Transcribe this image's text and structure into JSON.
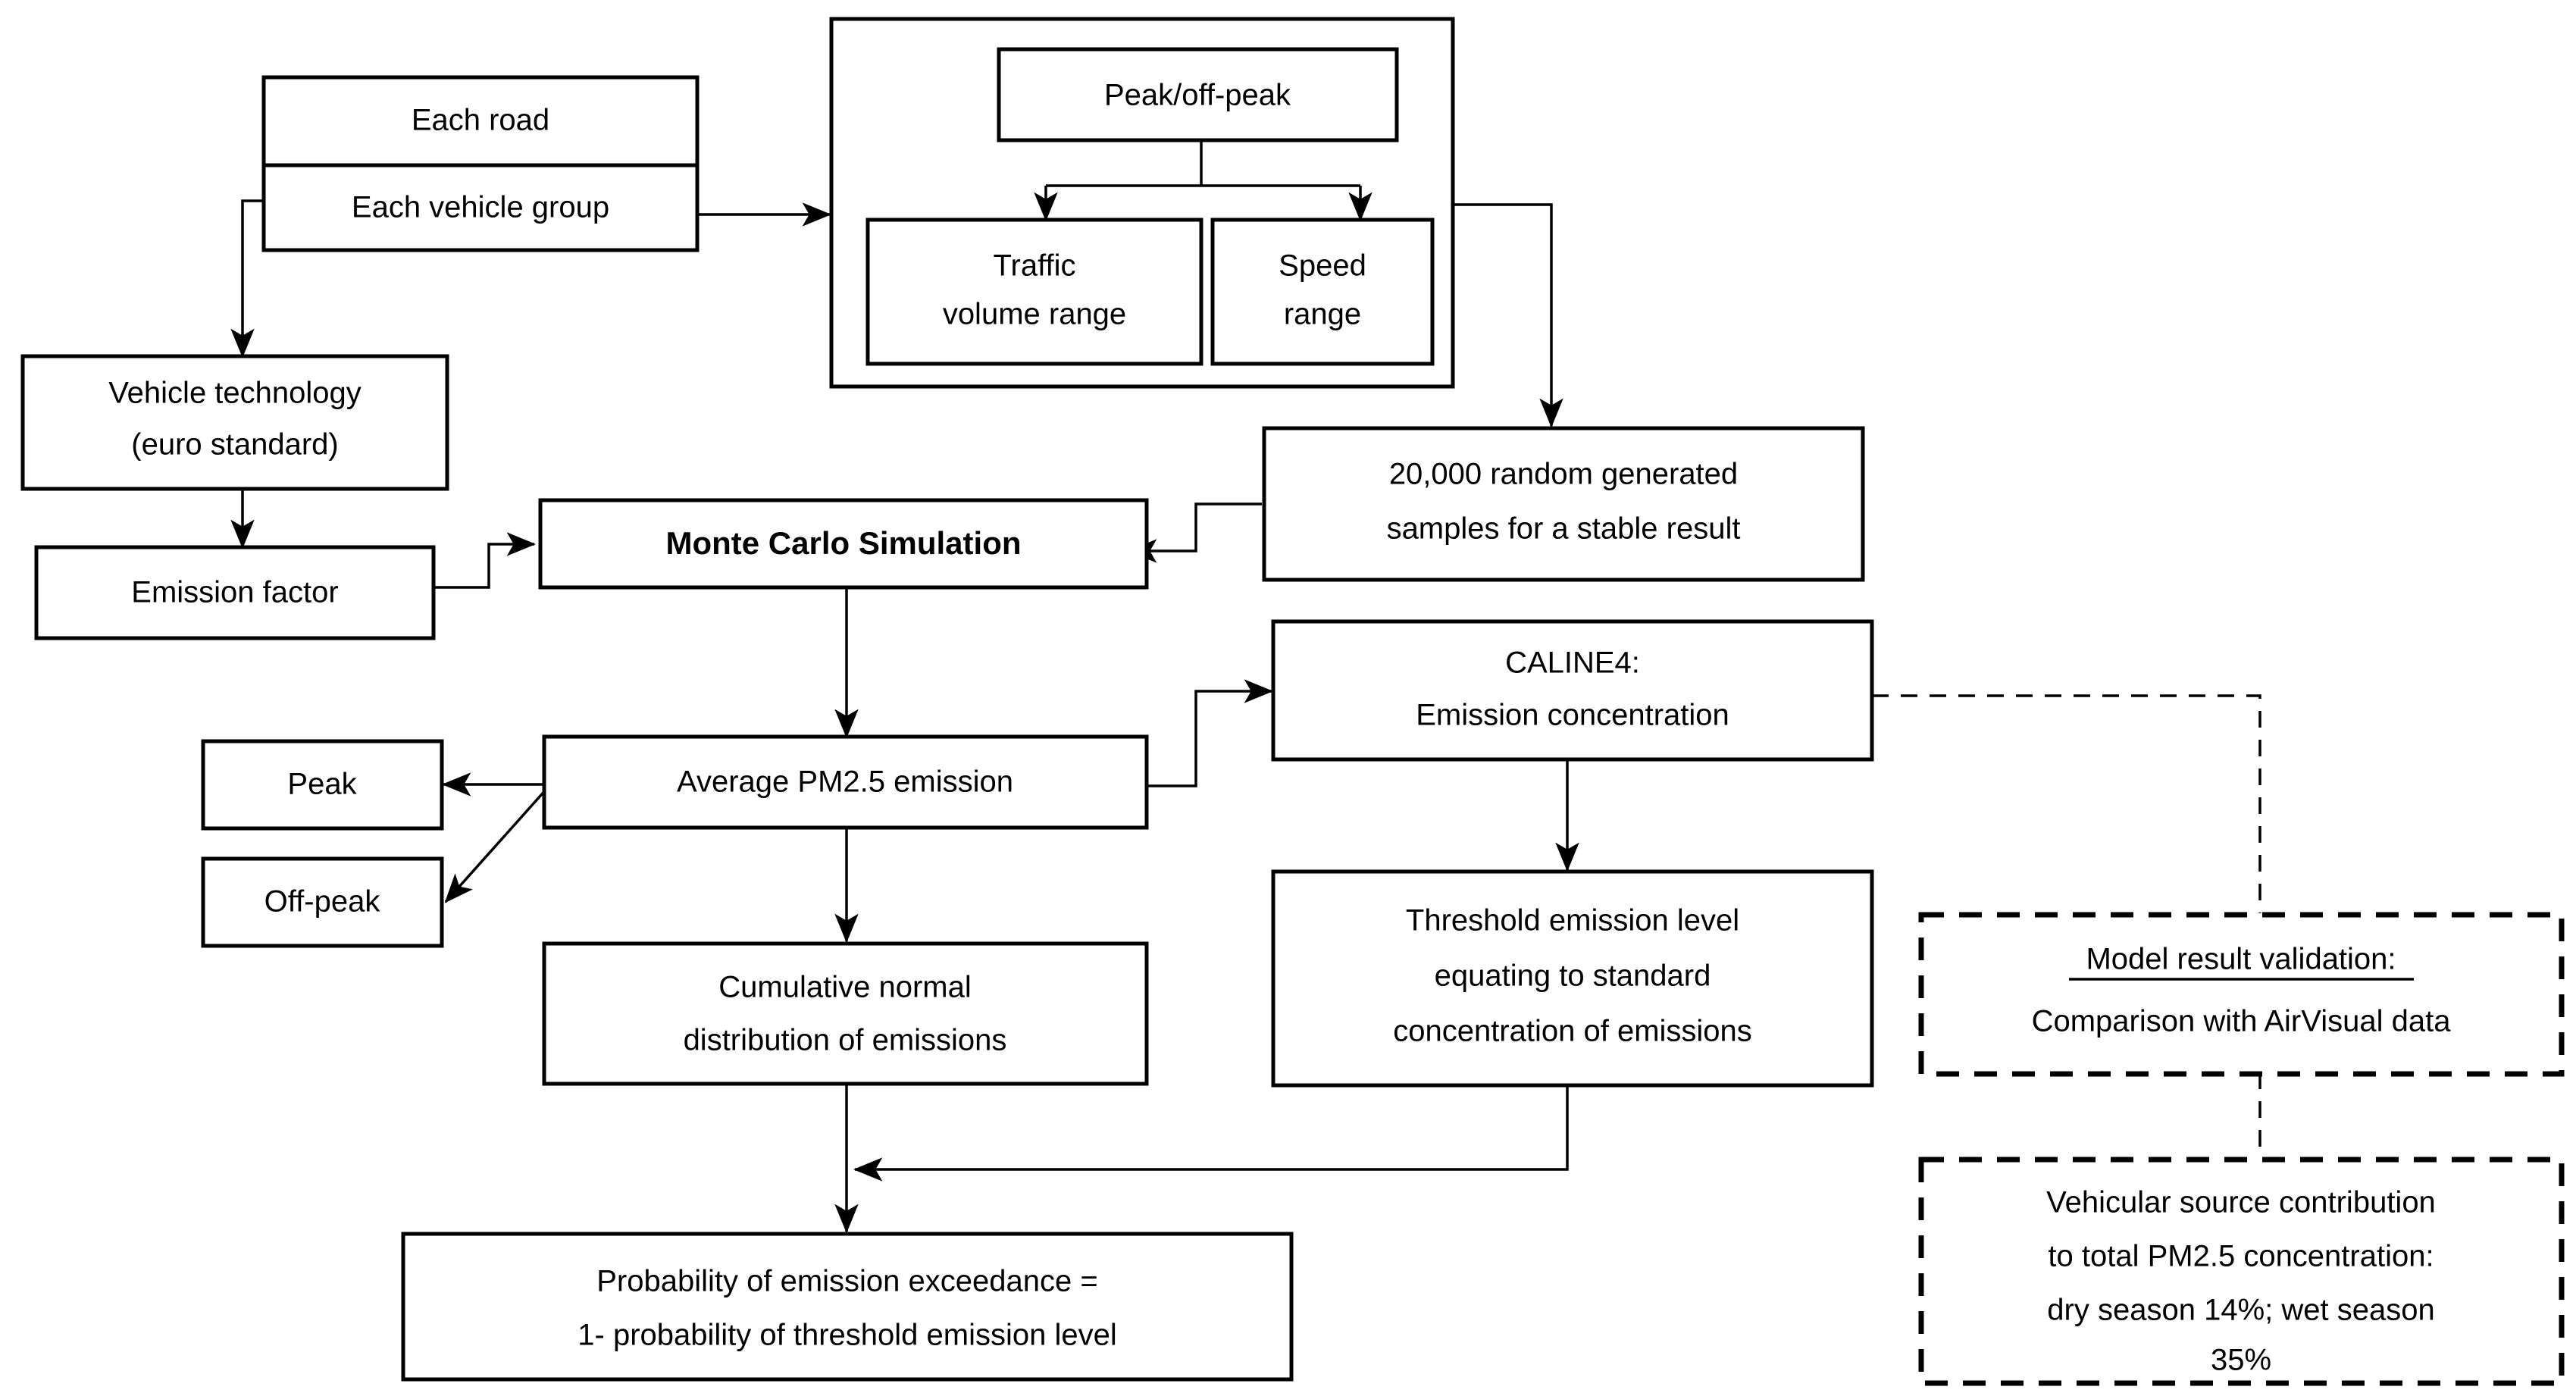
{
  "diagram": {
    "title": "Monte Carlo PM2.5 vehicular emission modelling flowchart",
    "colors": {
      "background": "#ffffff",
      "stroke": "#000000",
      "text": "#000000"
    }
  },
  "nodes": {
    "each_road": {
      "label": "Each road"
    },
    "each_vehicle_group": {
      "label": "Each vehicle group"
    },
    "peak_off_peak": {
      "label": "Peak/off-peak"
    },
    "traffic_volume_range": {
      "line1": "Traffic",
      "line2": "volume range"
    },
    "speed_range": {
      "line1": "Speed",
      "line2": "range"
    },
    "vehicle_technology": {
      "line1": "Vehicle technology",
      "line2": "(euro standard)"
    },
    "emission_factor": {
      "label": "Emission factor"
    },
    "monte_carlo": {
      "label": "Monte Carlo Simulation"
    },
    "random_samples": {
      "line1": "20,000 random generated",
      "line2": "samples for a stable result"
    },
    "caline4": {
      "line1": "CALINE4:",
      "line2": "Emission concentration"
    },
    "average_pm25": {
      "label": "Average PM2.5 emission"
    },
    "peak": {
      "label": "Peak"
    },
    "off_peak": {
      "label": "Off-peak"
    },
    "cumulative_normal": {
      "line1": "Cumulative normal",
      "line2": "distribution of emissions"
    },
    "threshold_level": {
      "line1": "Threshold emission level",
      "line2": "equating to standard",
      "line3": "concentration of emissions"
    },
    "probability": {
      "line1": "Probability of emission exceedance =",
      "line2": "1- probability of threshold emission level"
    },
    "model_validation": {
      "heading": "Model result validation:",
      "line2": "Comparison with AirVisual data"
    },
    "vehicular_contribution": {
      "line1": "Vehicular source contribution",
      "line2": "to total PM2.5 concentration:",
      "line3": "dry season 14%; wet season",
      "line4": "35%"
    }
  },
  "edges": [
    {
      "from": "each_vehicle_group",
      "to": "scenario_container",
      "style": "solid"
    },
    {
      "from": "each_vehicle_group",
      "to": "vehicle_technology",
      "style": "solid"
    },
    {
      "from": "peak_off_peak",
      "to": "traffic_volume_range",
      "style": "solid"
    },
    {
      "from": "peak_off_peak",
      "to": "speed_range",
      "style": "solid"
    },
    {
      "from": "scenario_container",
      "to": "random_samples",
      "style": "solid"
    },
    {
      "from": "vehicle_technology",
      "to": "emission_factor",
      "style": "solid"
    },
    {
      "from": "emission_factor",
      "to": "monte_carlo",
      "style": "solid"
    },
    {
      "from": "random_samples",
      "to": "monte_carlo",
      "style": "solid"
    },
    {
      "from": "monte_carlo",
      "to": "average_pm25",
      "style": "solid"
    },
    {
      "from": "average_pm25",
      "to": "peak",
      "style": "solid"
    },
    {
      "from": "average_pm25",
      "to": "off_peak",
      "style": "solid"
    },
    {
      "from": "average_pm25",
      "to": "caline4",
      "style": "solid"
    },
    {
      "from": "average_pm25",
      "to": "cumulative_normal",
      "style": "solid"
    },
    {
      "from": "caline4",
      "to": "threshold_level",
      "style": "solid"
    },
    {
      "from": "caline4",
      "to": "model_validation",
      "style": "dashed"
    },
    {
      "from": "model_validation",
      "to": "vehicular_contribution",
      "style": "dashed"
    },
    {
      "from": "threshold_level",
      "to": "probability",
      "style": "solid"
    },
    {
      "from": "cumulative_normal",
      "to": "probability",
      "style": "solid"
    }
  ]
}
